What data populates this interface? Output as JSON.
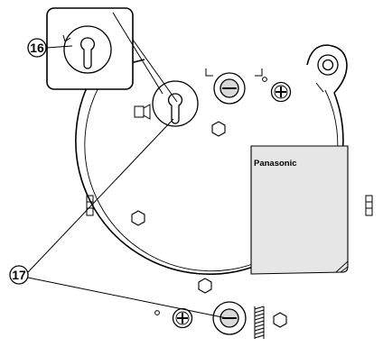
{
  "callouts": {
    "c16": "16",
    "c17": "17"
  },
  "label": {
    "brand": "Panasonic"
  },
  "colors": {
    "stroke": "#000000",
    "label_fill": "#e6e6e6",
    "screw_fill": "#d9d9d9",
    "background": "#ffffff"
  }
}
